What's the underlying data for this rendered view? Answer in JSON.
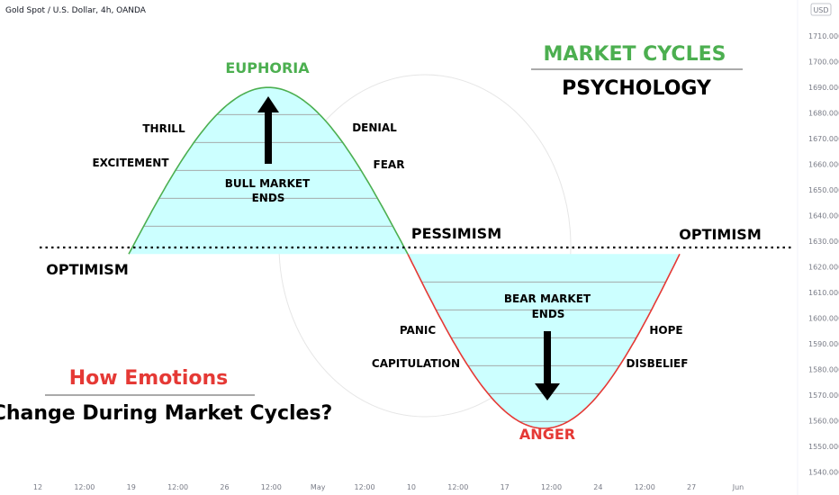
{
  "header": {
    "symbol": "Gold Spot / U.S. Dollar, 4h, OANDA",
    "currency": "USD"
  },
  "colors": {
    "green": "#4caf50",
    "red": "#e53935",
    "fill": "#ccffff",
    "black": "#000000",
    "axis_text": "#787b86"
  },
  "chart_data": {
    "type": "area",
    "title": "",
    "xlabel": "",
    "ylabel": "",
    "x_ticks": [
      "12",
      "12:00",
      "19",
      "12:00",
      "26",
      "12:00",
      "May",
      "12:00",
      "10",
      "12:00",
      "17",
      "12:00",
      "24",
      "12:00",
      "27",
      "Jun"
    ],
    "y_ticks": [
      1710,
      1700,
      1690,
      1680,
      1670,
      1660,
      1650,
      1640,
      1630,
      1620,
      1610,
      1600,
      1590,
      1580,
      1570,
      1560,
      1550,
      1540
    ],
    "ylim": [
      1537,
      1722
    ],
    "baseline": 1625,
    "peak": 1690,
    "trough": 1557,
    "series": [
      {
        "label": "EUPHORIA",
        "kind": "bull-arch",
        "color": "green"
      },
      {
        "label": "ANGER",
        "kind": "bear-dip",
        "color": "red"
      }
    ],
    "grid": false,
    "legend": "none"
  },
  "annotations": {
    "title_top": "MARKET CYCLES",
    "title_bottom": "PSYCHOLOGY",
    "question_top": "How Emotions",
    "question_bottom": "Change During Market Cycles?",
    "euphoria": "EUPHORIA",
    "thrill": "THRILL",
    "excitement": "EXCITEMENT",
    "denial": "DENIAL",
    "fear": "FEAR",
    "bull_line1": "BULL MARKET",
    "bull_line2": "ENDS",
    "pessimism": "PESSIMISM",
    "optimism_left": "OPTIMISM",
    "optimism_right": "OPTIMISM",
    "bear_line1": "BEAR MARKET",
    "bear_line2": "ENDS",
    "panic": "PANIC",
    "capitulation": "CAPITULATION",
    "hope": "HOPE",
    "disbelief": "DISBELIEF",
    "anger": "ANGER"
  }
}
